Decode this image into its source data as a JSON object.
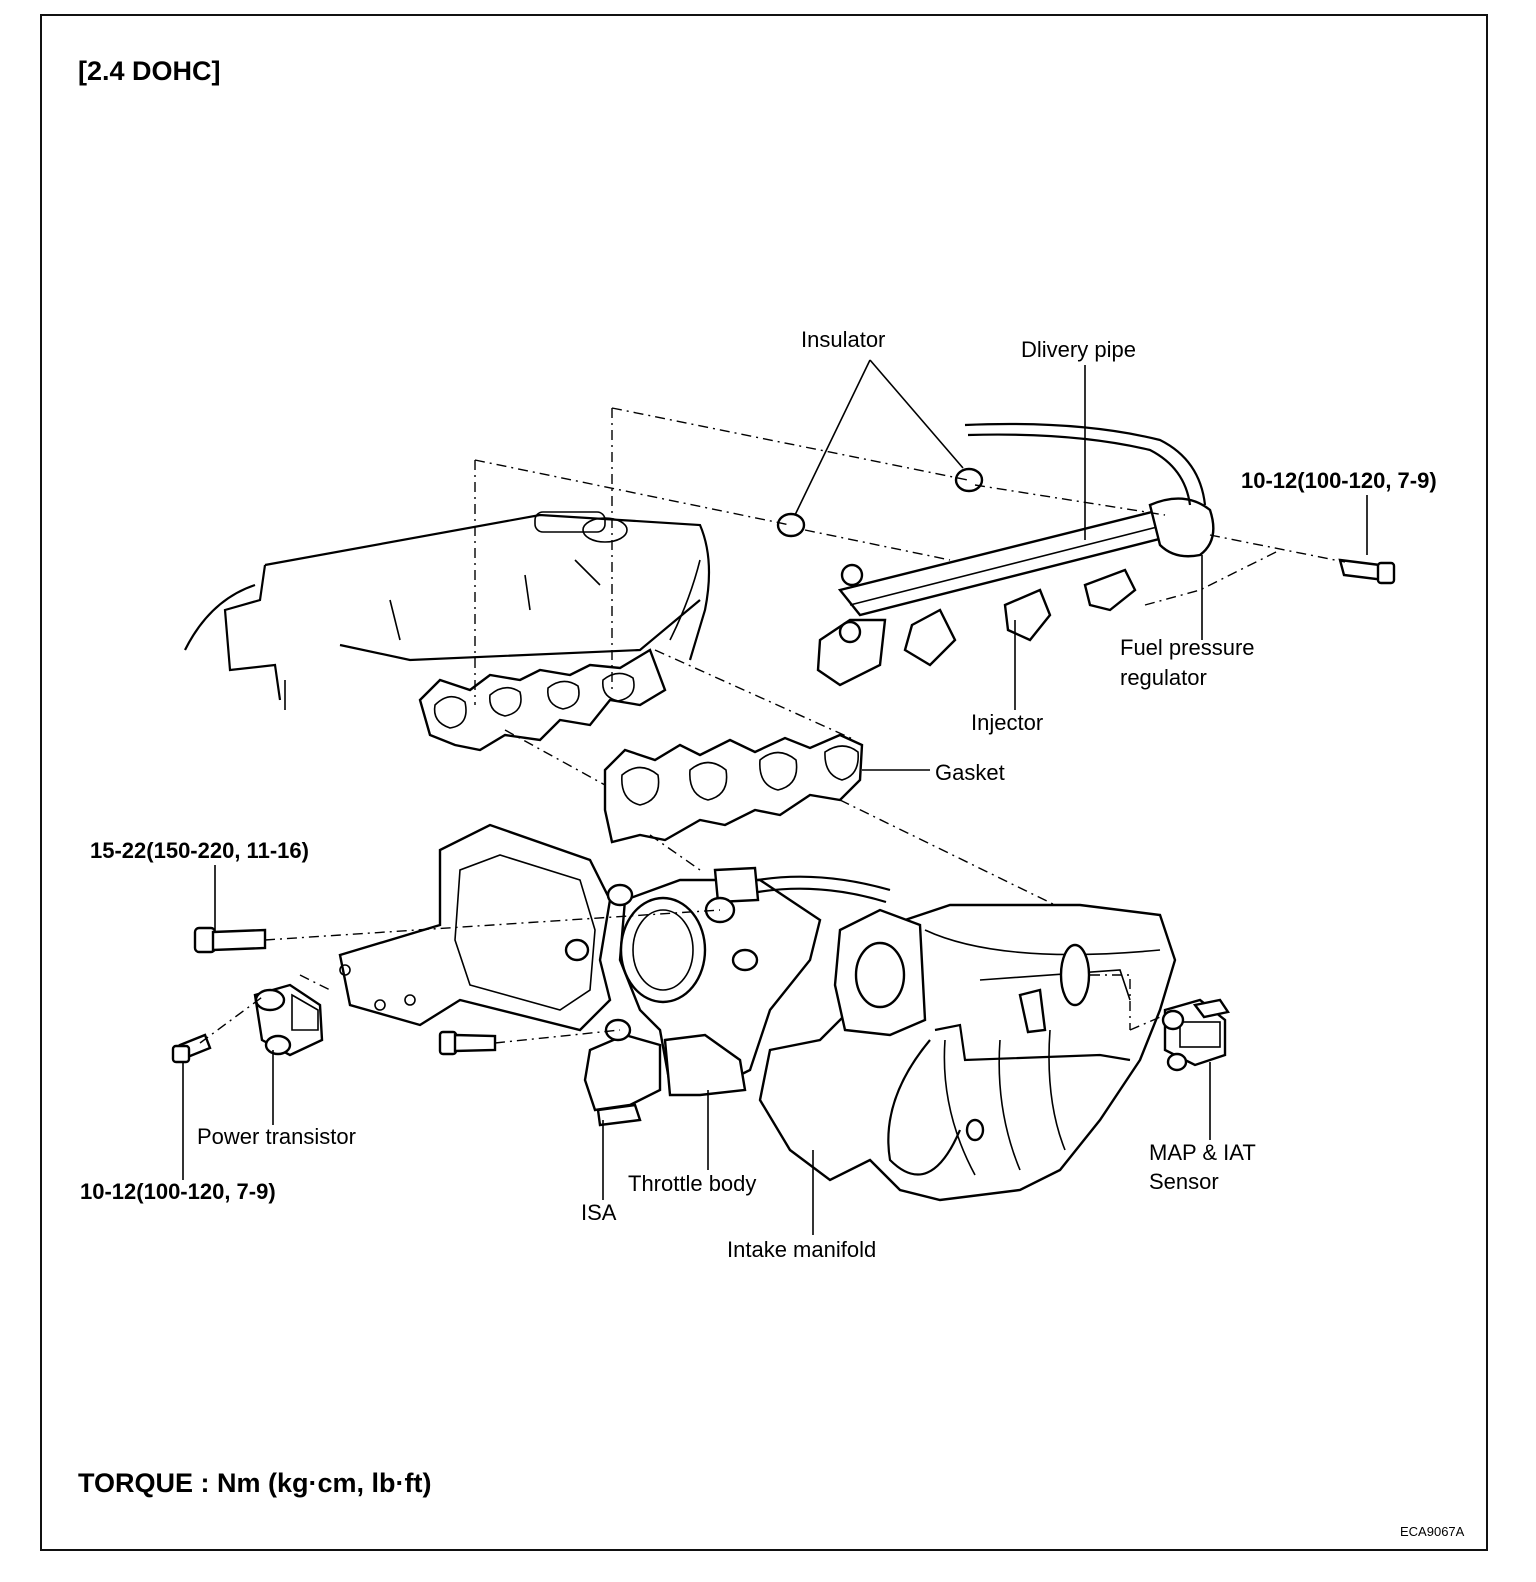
{
  "title": "[2.4 DOHC]",
  "labels": {
    "insulator": "Insulator",
    "delivery_pipe": "Dlivery pipe",
    "torque_top_right": "10-12(100-120, 7-9)",
    "fuel_pressure_regulator_1": "Fuel pressure",
    "fuel_pressure_regulator_2": "regulator",
    "injector": "Injector",
    "gasket": "Gasket",
    "torque_left_upper": "15-22(150-220, 11-16)",
    "power_transistor": "Power transistor",
    "torque_left_lower": "10-12(100-120, 7-9)",
    "throttle_body": "Throttle body",
    "isa": "ISA",
    "intake_manifold": "Intake manifold",
    "map_iat_1": "MAP & IAT",
    "map_iat_2": "Sensor"
  },
  "footer": "TORQUE : Nm (kg·cm, lb·ft)",
  "figure_code": "ECA9067A"
}
